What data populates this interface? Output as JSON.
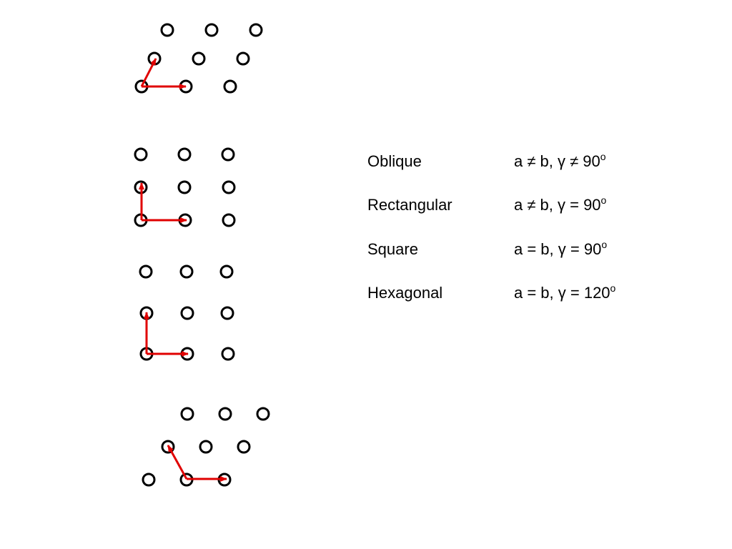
{
  "colors": {
    "lattice_point": "#000000",
    "vector": "#e00000",
    "text": "#000000"
  },
  "lattices": [
    {
      "name": "Oblique",
      "condition": "a ≠ b, γ ≠ 90",
      "degree": "o"
    },
    {
      "name": "Rectangular",
      "condition": "a ≠ b, γ = 90",
      "degree": "o"
    },
    {
      "name": "Square",
      "condition": "a = b, γ = 90",
      "degree": "o"
    },
    {
      "name": "Hexagonal",
      "condition": "a = b, γ = 120",
      "degree": "o"
    }
  ]
}
